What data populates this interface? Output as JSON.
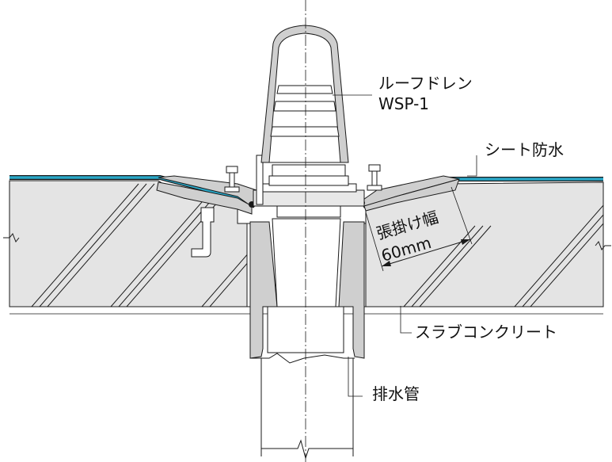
{
  "labels": {
    "drain_name": "ルーフドレン",
    "drain_model": "WSP-1",
    "waterproofing": "シート防水",
    "overlap_title": "張掛け幅",
    "overlap_value": "60mm",
    "slab": "スラブコンクリート",
    "drain_pipe": "排水管"
  },
  "colors": {
    "concrete": "#e4e4e4",
    "metal": "#cfcfcf",
    "sheet": "#2aa8c8",
    "line": "#1a1a1a",
    "white": "#ffffff"
  }
}
